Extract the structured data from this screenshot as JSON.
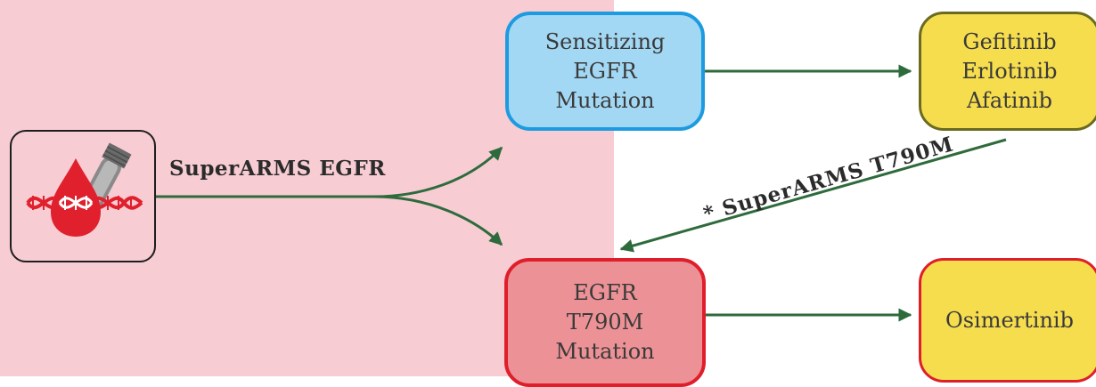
{
  "boxes": {
    "sensitizing": {
      "lines": [
        "Sensitizing",
        "EGFR",
        "Mutation"
      ]
    },
    "first_line_drugs": {
      "lines": [
        "Gefitinib",
        "Erlotinib",
        "Afatinib"
      ]
    },
    "t790m": {
      "lines": [
        "EGFR",
        "T790M",
        "Mutation"
      ]
    },
    "osimertinib": {
      "lines": [
        "Osimertinib"
      ]
    }
  },
  "labels": {
    "superarms_egfr": "SuperARMS EGFR",
    "superarms_t790m": "* SuperARMS T790M"
  },
  "icon": {
    "name": "blood-dna-tube-icon"
  },
  "colors": {
    "pink_background": "#f7ccd3",
    "arrow": "#2e6b3c",
    "blue_fill": "#a3d8f4",
    "blue_border": "#1d9be0",
    "yellow_fill": "#f6dd4e",
    "red_fill": "#ec9196",
    "red_border": "#df1e2b"
  }
}
